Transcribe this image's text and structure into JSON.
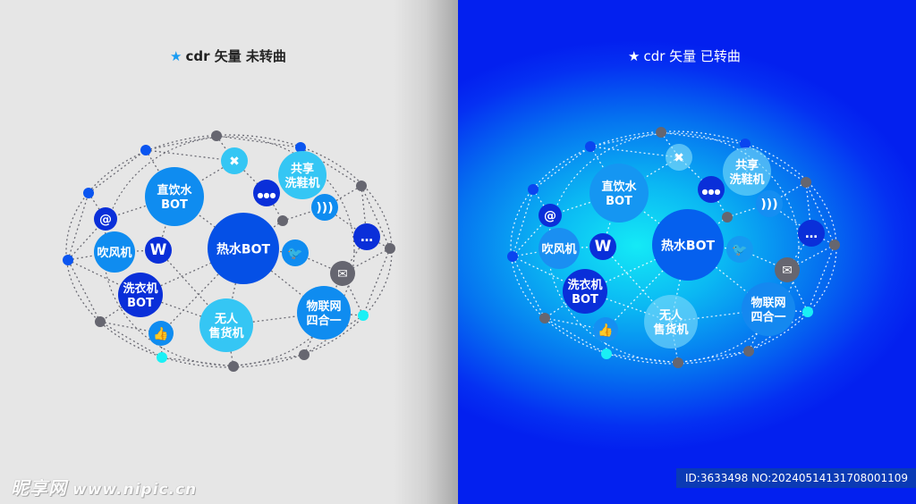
{
  "left_panel": {
    "title": "cdr 矢量  未转曲",
    "star": "★",
    "background": "#e6e6e6",
    "star_color": "#1a9cf2"
  },
  "right_panel": {
    "title": "cdr 矢量  已转曲",
    "star": "★",
    "background_center": "#14eaf6",
    "background_edge": "#0320ef"
  },
  "nodes": [
    {
      "id": "zhiyinshui",
      "lines": [
        "直饮水",
        "BOT"
      ]
    },
    {
      "id": "reshui",
      "lines": [
        "热水BOT"
      ]
    },
    {
      "id": "gongxiang",
      "lines": [
        "共享",
        "洗鞋机"
      ]
    },
    {
      "id": "chuifengji",
      "lines": [
        "吹风机"
      ]
    },
    {
      "id": "xiyiji",
      "lines": [
        "洗衣机",
        "BOT"
      ]
    },
    {
      "id": "wuren",
      "lines": [
        "无人",
        "售货机"
      ]
    },
    {
      "id": "wulianwang",
      "lines": [
        "物联网",
        "四合一"
      ]
    }
  ],
  "icons": [
    "wrench-icon",
    "people-icon",
    "rss-icon",
    "at-icon",
    "wordpress-icon",
    "twitter-icon",
    "chat-icon",
    "mail-icon",
    "thumbs-up-icon"
  ],
  "colors": {
    "blue_light": "#35c6f4",
    "blue_mid": "#0f8cf0",
    "blue_deep": "#0550e6",
    "blue_dark": "#0a2fd9",
    "grey_dot": "#666670",
    "cyan_dot": "#1af0f5"
  },
  "watermark": {
    "logo": "昵享网",
    "url": "www.nipic.cn"
  },
  "id_badge": "ID:3633498 NO:20240514131708001109"
}
